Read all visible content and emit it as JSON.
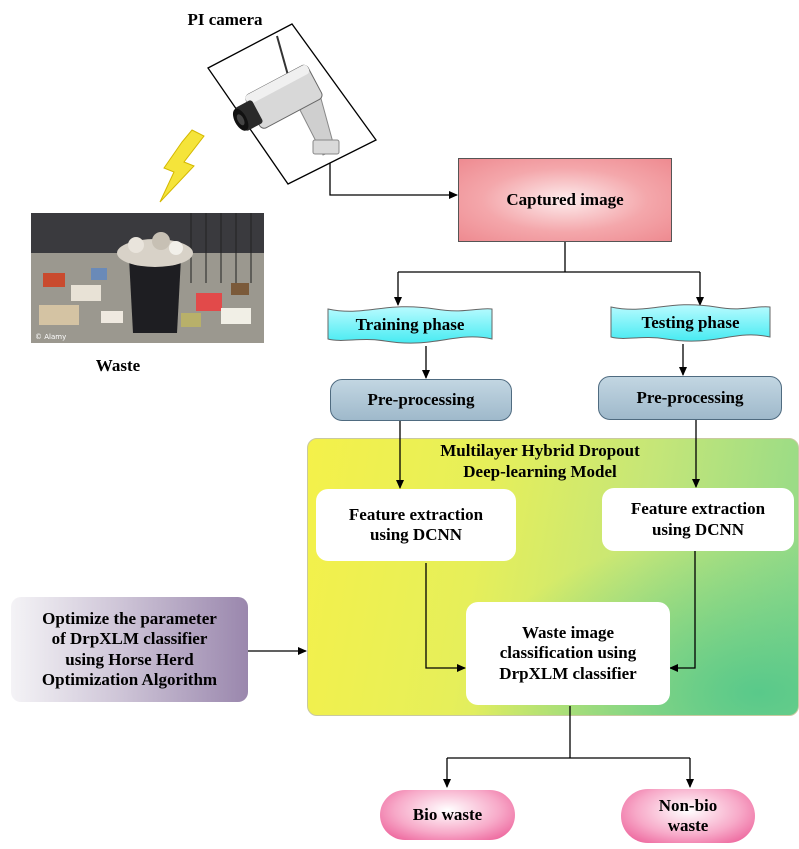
{
  "camera": {
    "label": "PI camera"
  },
  "waste": {
    "label": "Waste",
    "watermark": "© Alamy"
  },
  "captured": {
    "label": "Captured image"
  },
  "training": {
    "label": "Training phase",
    "pre": "Pre-processing",
    "feat1": "Feature extraction",
    "feat2": "using DCNN"
  },
  "testing": {
    "label": "Testing phase",
    "pre": "Pre-processing",
    "feat1": "Feature extraction",
    "feat2": "using DCNN"
  },
  "model": {
    "title1": "Multilayer Hybrid Dropout",
    "title2": "Deep-learning Model"
  },
  "classify": {
    "l1": "Waste image",
    "l2": "classification using",
    "l3": "DrpXLM classifier"
  },
  "optimize": {
    "l1": "Optimize the parameter",
    "l2": "of DrpXLM classifier",
    "l3": "using Horse Herd",
    "l4": "Optimization Algorithm"
  },
  "outputs": {
    "bio": "Bio waste",
    "nonbio1": "Non-bio",
    "nonbio2": "waste"
  }
}
